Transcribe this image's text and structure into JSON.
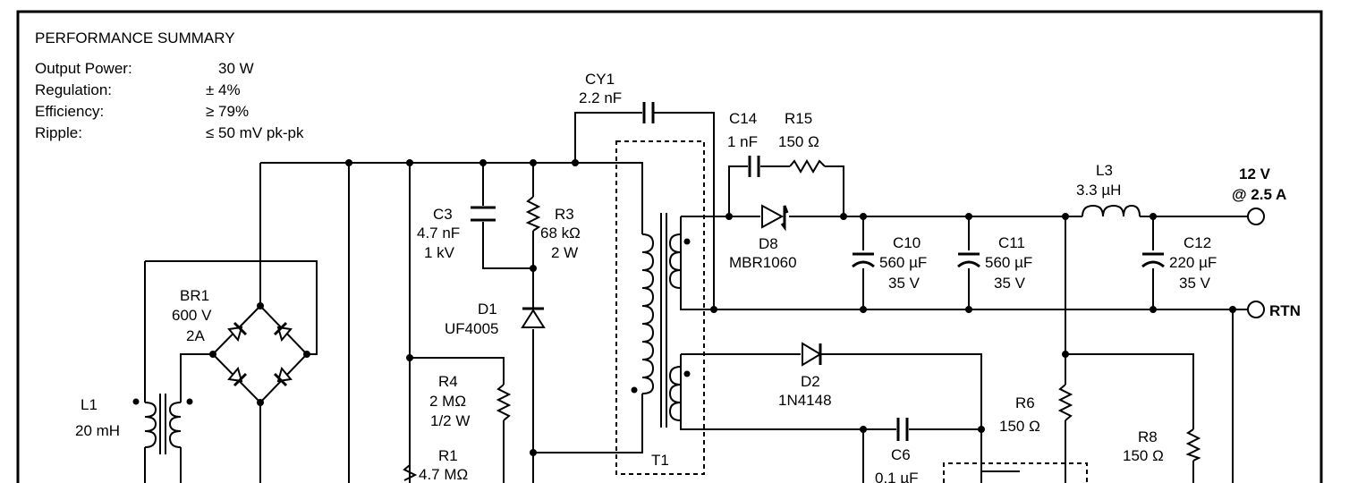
{
  "summary": {
    "title": "PERFORMANCE SUMMARY",
    "rows": [
      {
        "label": "Output Power:",
        "value": "30 W"
      },
      {
        "label": "Regulation:",
        "value": "± 4%"
      },
      {
        "label": "Efficiency:",
        "value": "≥ 79%"
      },
      {
        "label": "Ripple:",
        "value": "≤ 50 mV pk-pk"
      }
    ]
  },
  "components": {
    "cy1": {
      "ref": "CY1",
      "value": "2.2 nF"
    },
    "c14": {
      "ref": "C14",
      "value": "1 nF"
    },
    "r15": {
      "ref": "R15",
      "value": "150 Ω"
    },
    "l3": {
      "ref": "L3",
      "value": "3.3 µH"
    },
    "c3": {
      "ref": "C3",
      "value": "4.7 nF",
      "rating": "1 kV"
    },
    "r3": {
      "ref": "R3",
      "value": "68 kΩ",
      "rating": "2 W"
    },
    "d8": {
      "ref": "D8",
      "value": "MBR1060"
    },
    "c10": {
      "ref": "C10",
      "value": "560 µF",
      "rating": "35 V"
    },
    "c11": {
      "ref": "C11",
      "value": "560 µF",
      "rating": "35 V"
    },
    "c12": {
      "ref": "C12",
      "value": "220 µF",
      "rating": "35 V"
    },
    "br1": {
      "ref": "BR1",
      "value": "600 V",
      "rating": "2A"
    },
    "d1": {
      "ref": "D1",
      "value": "UF4005"
    },
    "r4": {
      "ref": "R4",
      "value": "2 MΩ",
      "rating": "1/2 W"
    },
    "r1": {
      "ref": "R1",
      "value": "4.7 MΩ"
    },
    "l1": {
      "ref": "L1",
      "value": "20 mH"
    },
    "d2": {
      "ref": "D2",
      "value": "1N4148"
    },
    "r6": {
      "ref": "R6",
      "value": "150 Ω"
    },
    "r8": {
      "ref": "R8",
      "value": "150 Ω"
    },
    "c6": {
      "ref": "C6",
      "value": "0.1 µF"
    },
    "t1": {
      "ref": "T1"
    }
  },
  "outputs": {
    "positive_line1": "12 V",
    "positive_line2": "@ 2.5 A",
    "return": "RTN"
  }
}
